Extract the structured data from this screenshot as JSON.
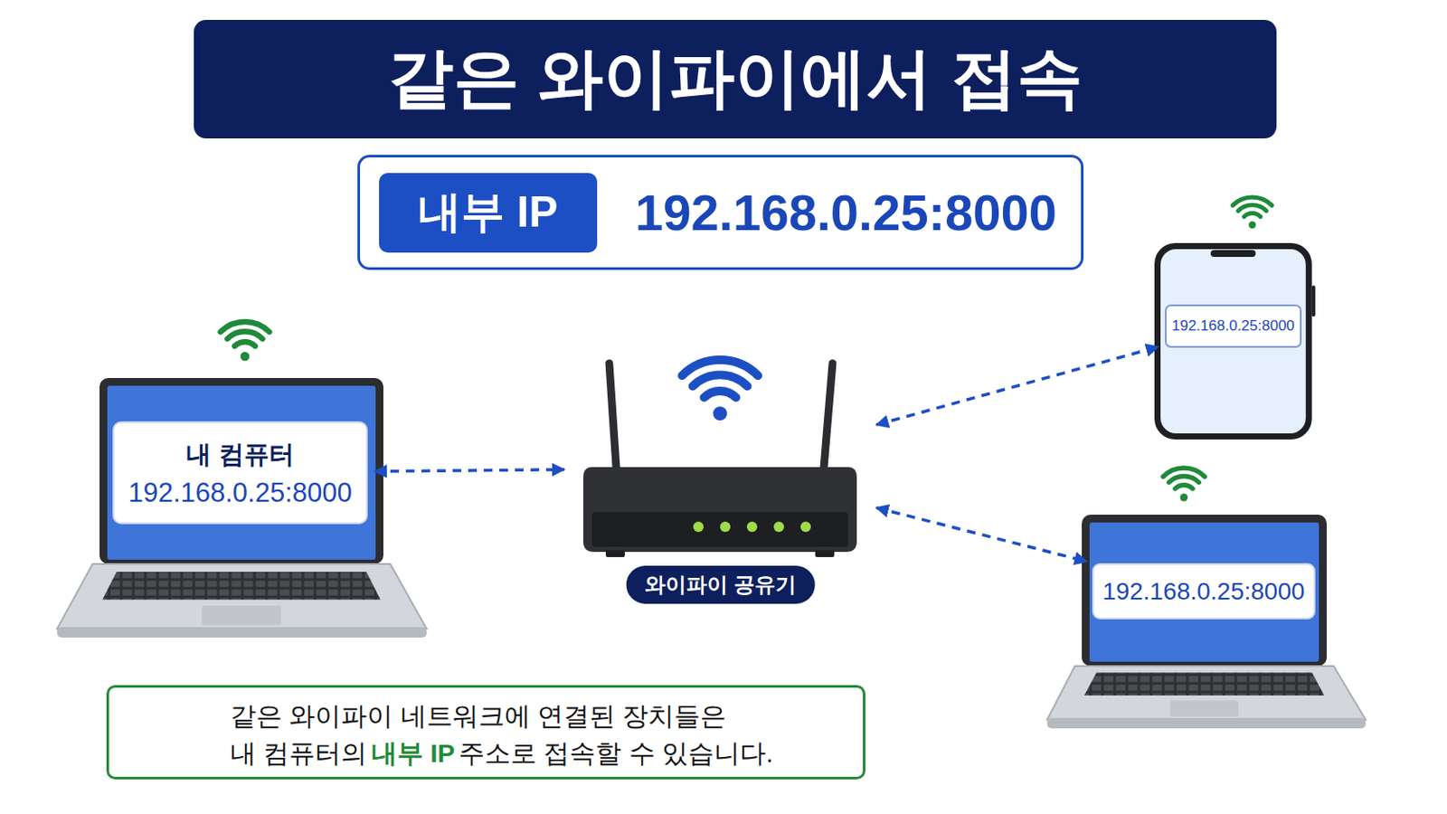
{
  "diagram": {
    "title": "같은 와이파이에서 접속",
    "nodes": [
      {
        "text": [
          "192.168.0.25:8000"
        ]
      },
      {
        "text": [
          "내부 IP"
        ],
        "in": 0
      },
      {
        "text": [
          "내 컴퓨터",
          "192.168.0.25:8000"
        ]
      },
      {
        "text": [
          "와이파이 공유기"
        ]
      },
      {
        "text": [
          "192.168.0.25:8000"
        ]
      },
      {
        "text": [
          "192.168.0.25:8000"
        ]
      },
      {
        "text": [
          "같은 와이파이 네트워크에 연결된 장치들은",
          "내 컴퓨터의",
          "내부 IP",
          "주소로 접속할 수 있습니다."
        ]
      }
    ],
    "edges": [
      {
        "from": 2,
        "to": 3,
        "arrow": "both"
      },
      {
        "from": 3,
        "to": 4,
        "arrow": "both"
      },
      {
        "from": 3,
        "to": 5,
        "arrow": "both"
      }
    ]
  }
}
